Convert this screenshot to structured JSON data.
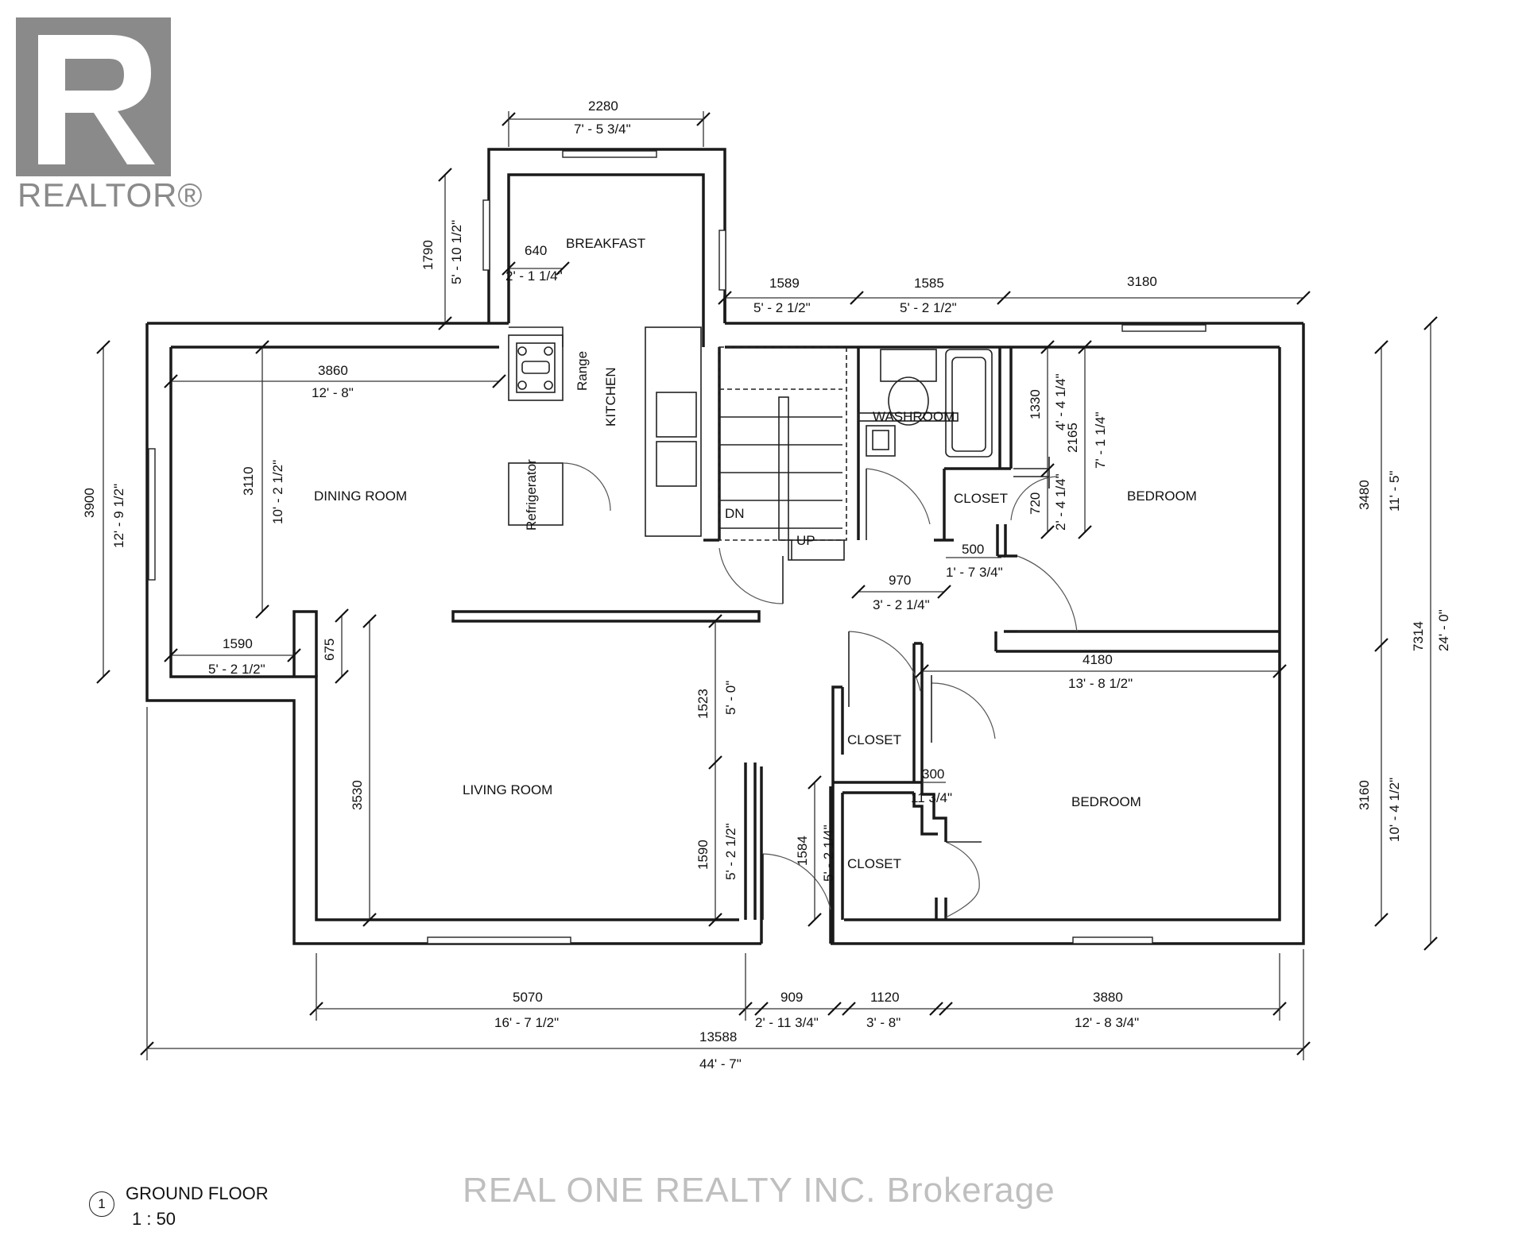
{
  "logo": {
    "brand": "REALTOR®"
  },
  "legend": {
    "number": "1",
    "title": "GROUND FLOOR",
    "scale": "1 : 50"
  },
  "watermark": "REAL ONE REALTY INC. Brokerage",
  "rooms": {
    "breakfast": "BREAKFAST",
    "kitchen": "KITCHEN",
    "range": "Range",
    "refrigerator": "Refrigerator",
    "dining": "DINING ROOM",
    "living": "LIVING ROOM",
    "washroom": "WASHROOM",
    "closet_upper": "CLOSET",
    "bedroom_upper": "BEDROOM",
    "bedroom_lower": "BEDROOM",
    "closet_mid": "CLOSET",
    "closet_low": "CLOSET",
    "stair_dn": "DN",
    "stair_up": "UP"
  },
  "dimensions": {
    "top_2280": "2280",
    "top_2280_imp": "7' - 5 3/4\"",
    "left_1790": "1790",
    "left_1790_imp": "5' - 10 1/2\"",
    "d640": "640",
    "d640_imp": "2' - 1 1/4\"",
    "d1589": "1589",
    "d1589_imp": "5' - 2 1/2\"",
    "d1585": "1585",
    "d1585_imp": "5' - 2 1/2\"",
    "d3180": "3180",
    "d3860": "3860",
    "d3860_imp": "12' - 8\"",
    "d3110": "3110",
    "d3110_imp": "10' - 2 1/2\"",
    "d3900": "3900",
    "d3900_imp": "12' - 9 1/2\"",
    "d1590a": "1590",
    "d1590a_imp": "5' - 2 1/2\"",
    "d675": "675",
    "d1330": "1330",
    "d1330_imp": "4' - 4 1/4\"",
    "d2165": "2165",
    "d2165_imp": "7' - 1 1/4\"",
    "d720": "720",
    "d720_imp": "2' - 4 1/4\"",
    "d500": "500",
    "d500_imp": "1' - 7 3/4\"",
    "d970": "970",
    "d970_imp": "3' - 2 1/4\"",
    "d3480": "3480",
    "d3480_imp": "11' - 5\"",
    "d7314": "7314",
    "d7314_imp": "24' - 0\"",
    "d4180": "4180",
    "d4180_imp": "13' - 8 1/2\"",
    "d1523": "1523",
    "d1523_imp": "5' - 0\"",
    "d3530": "3530",
    "d1590b": "1590",
    "d1590b_imp": "5' - 2 1/2\"",
    "d1584": "1584",
    "d1584_imp": "5' - 2 1/4\"",
    "d300": "300",
    "d300_imp": "11 3/4\"",
    "d3160": "3160",
    "d3160_imp": "10' - 4 1/2\"",
    "d5070": "5070",
    "d5070_imp": "16' - 7 1/2\"",
    "d909": "909",
    "d909_imp": "2' - 11 3/4\"",
    "d1120": "1120",
    "d1120_imp": "3' - 8\"",
    "d3880": "3880",
    "d3880_imp": "12' - 8 3/4\"",
    "d13588": "13588",
    "d13588_imp": "44' - 7\""
  }
}
